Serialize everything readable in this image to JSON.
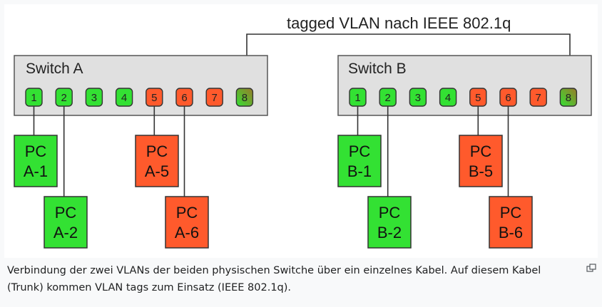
{
  "diagram": {
    "trunk_label": "tagged VLAN nach IEEE 802.1q",
    "colors": {
      "green": "#33e133",
      "red": "#ff5a2c",
      "trunk": "gradient"
    },
    "switches": [
      {
        "name": "Switch A",
        "ports": [
          {
            "label": "1",
            "vlan": "green"
          },
          {
            "label": "2",
            "vlan": "green"
          },
          {
            "label": "3",
            "vlan": "green"
          },
          {
            "label": "4",
            "vlan": "green"
          },
          {
            "label": "5",
            "vlan": "red"
          },
          {
            "label": "6",
            "vlan": "red"
          },
          {
            "label": "7",
            "vlan": "red"
          },
          {
            "label": "8",
            "vlan": "trunk"
          }
        ],
        "pcs": [
          {
            "line1": "PC",
            "line2": "A-1",
            "vlan": "green",
            "port": "1"
          },
          {
            "line1": "PC",
            "line2": "A-2",
            "vlan": "green",
            "port": "2"
          },
          {
            "line1": "PC",
            "line2": "A-5",
            "vlan": "red",
            "port": "5"
          },
          {
            "line1": "PC",
            "line2": "A-6",
            "vlan": "red",
            "port": "6"
          }
        ]
      },
      {
        "name": "Switch B",
        "ports": [
          {
            "label": "1",
            "vlan": "green"
          },
          {
            "label": "2",
            "vlan": "green"
          },
          {
            "label": "3",
            "vlan": "green"
          },
          {
            "label": "4",
            "vlan": "green"
          },
          {
            "label": "5",
            "vlan": "red"
          },
          {
            "label": "6",
            "vlan": "red"
          },
          {
            "label": "7",
            "vlan": "red"
          },
          {
            "label": "8",
            "vlan": "trunk"
          }
        ],
        "pcs": [
          {
            "line1": "PC",
            "line2": "B-1",
            "vlan": "green",
            "port": "1"
          },
          {
            "line1": "PC",
            "line2": "B-2",
            "vlan": "green",
            "port": "2"
          },
          {
            "line1": "PC",
            "line2": "B-5",
            "vlan": "red",
            "port": "5"
          },
          {
            "line1": "PC",
            "line2": "B-6",
            "vlan": "red",
            "port": "6"
          }
        ]
      }
    ]
  },
  "caption": {
    "text": "Verbindung der zwei VLANs der beiden physischen Switche über ein einzelnes Kabel. Auf diesem Kabel (Trunk) kommen VLAN tags zum Einsatz (IEEE 802.1q).",
    "enlarge_icon": "enlarge-icon"
  }
}
